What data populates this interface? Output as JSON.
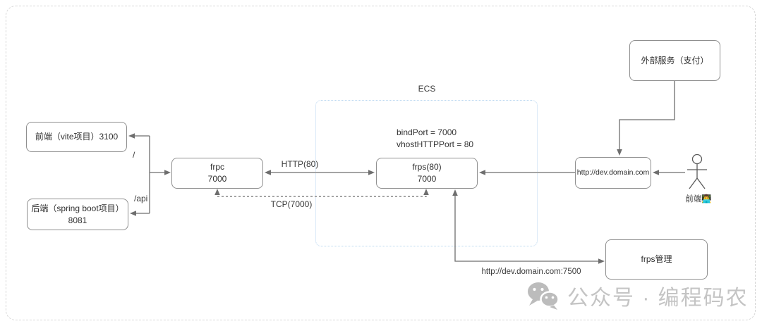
{
  "diagram": {
    "nodes": {
      "frontend": {
        "label": "前端（vite项目）3100"
      },
      "backend": {
        "label": "后端（spring boot项目）8081"
      },
      "frpc": {
        "line1": "frpc",
        "line2": "7000"
      },
      "frps": {
        "line1": "frps(80)",
        "line2": "7000"
      },
      "domain": {
        "label": "http://dev.domain.com"
      },
      "external": {
        "label": "外部服务（支付）"
      },
      "admin": {
        "label": "frps管理"
      },
      "user": {
        "label": "前端👨‍💻"
      }
    },
    "ecs": {
      "title": "ECS",
      "config_line1": "bindPort = 7000",
      "config_line2": "vhostHTTPPort = 80"
    },
    "edge_labels": {
      "root_path": "/",
      "api_path": "/api",
      "http": "HTTP(80)",
      "tcp": "TCP(7000)",
      "admin_url": "http://dev.domain.com:7500"
    },
    "colors": {
      "node_border": "#8f8f8f",
      "wire": "#6e6e6e",
      "ecs_border": "#b9d6f0",
      "watermark": "#c4c4c4"
    }
  },
  "watermark": {
    "text": "公众号 · 编程码农",
    "icon": "wechat-icon"
  }
}
